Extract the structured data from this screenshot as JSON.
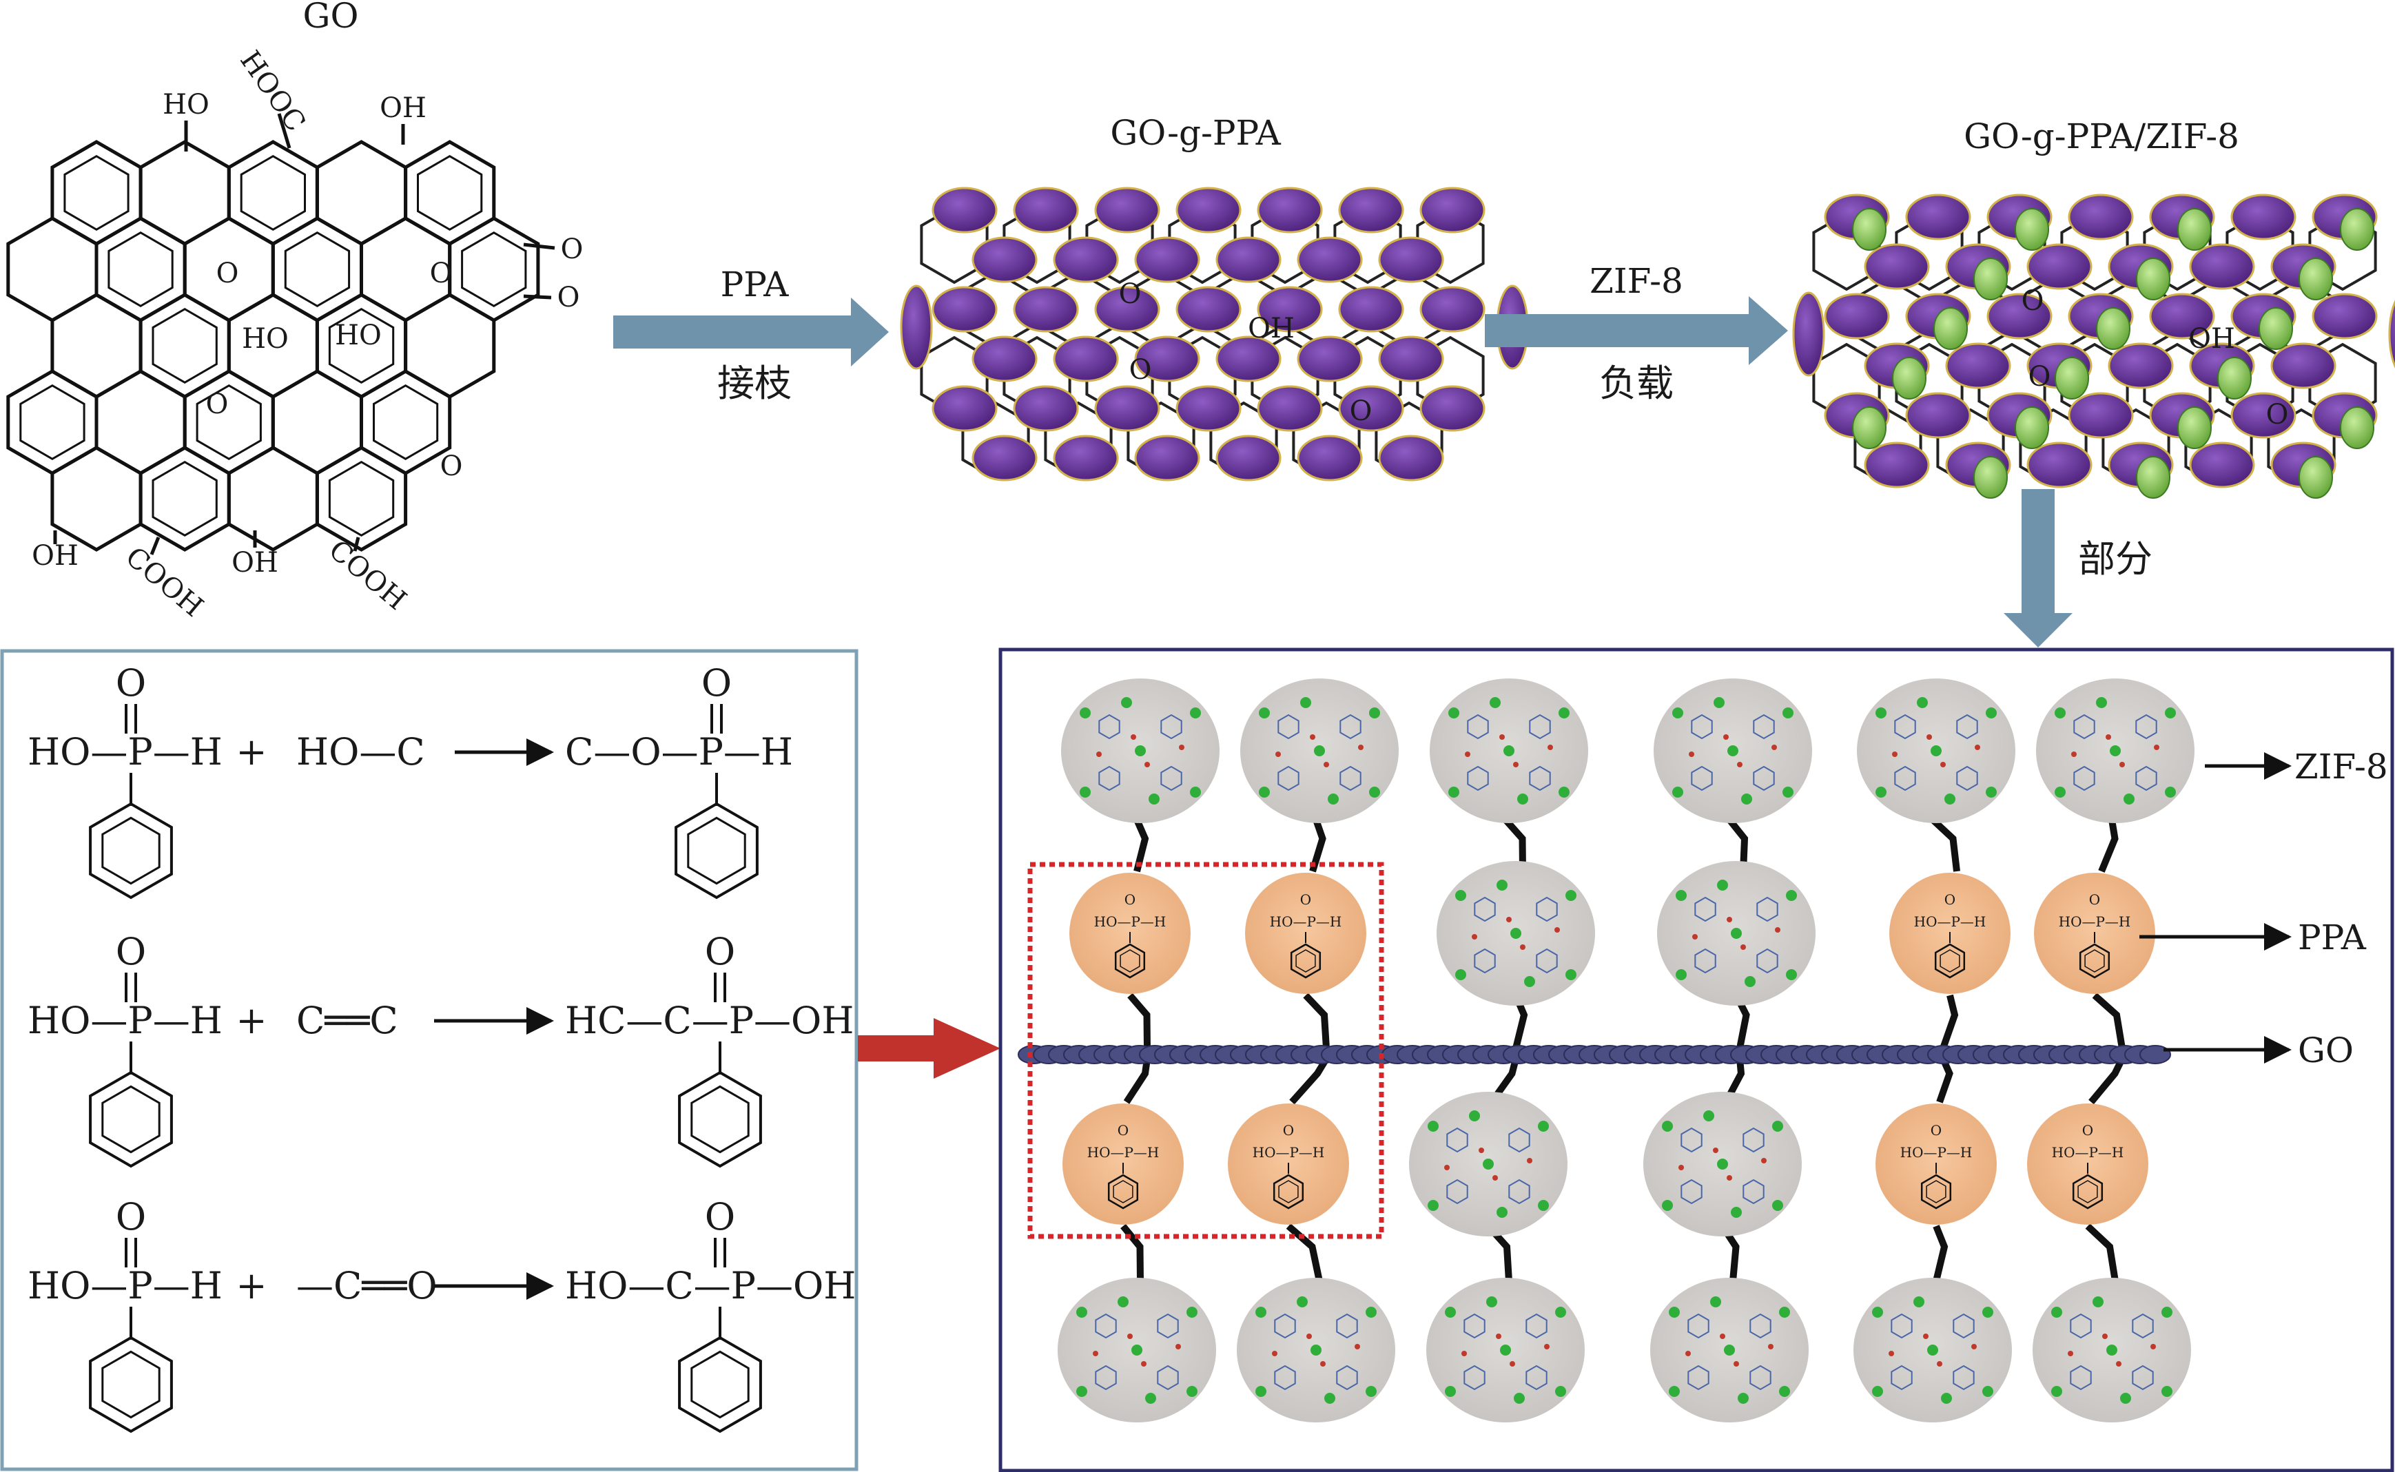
{
  "colors": {
    "arrow_blue": "#6f93ab",
    "arrow_red": "#c0322b",
    "ppa_purple": "#5a2b8c",
    "zif_green": "#82c04c",
    "zif_circle": "#d1cfcc",
    "ppa_circle": "#eeb88a",
    "go_sheet": "#4b4e82",
    "box_border": "#7ea2b3",
    "panel_border": "#2f2c6b",
    "dashed_red": "#d7262a"
  },
  "labels": {
    "go": "GO",
    "go_g_ppa": "GO-g-PPA",
    "go_g_ppa_zif8": "GO-g-PPA/ZIF-8",
    "step1_reagent": "PPA",
    "step1_action": "接枝",
    "step2_reagent": "ZIF-8",
    "step2_action": "负载",
    "step3_action": "部分"
  },
  "go_structure": {
    "groups": {
      "oh_top_left": "HO",
      "hooc_top": "HOOC",
      "oh_top_right": "OH",
      "ketone_1": "O",
      "ketone_2": "O",
      "epoxy_1": "O",
      "epoxy_2": "O",
      "epoxy_3": "O",
      "epoxy_4": "O",
      "oh_mid_1": "HO",
      "oh_mid_2": "HO",
      "oh_bottom_left": "OH",
      "cooh_bottom_1": "COOH",
      "oh_bottom_mid": "OH",
      "cooh_bottom_2": "COOH"
    }
  },
  "sheet_groups": {
    "sheet1": {
      "epoxy_a": "O",
      "oh": "OH",
      "epoxy_b": "O",
      "epoxy_c": "O"
    },
    "sheet2": {
      "epoxy_a": "O",
      "oh": "OH",
      "epoxy_b": "O",
      "epoxy_c": "O"
    }
  },
  "reactions": [
    {
      "reactant": "HO—P—H",
      "plus": "+",
      "partner": "HO—C",
      "product": "C—O—P—H",
      "oxygen": "O"
    },
    {
      "reactant": "HO—P—H",
      "plus": "+",
      "partner": "C══C",
      "product": "HC—C—P—OH",
      "oxygen": "O"
    },
    {
      "reactant": "HO—P—H",
      "plus": "+",
      "partner": "—C══O",
      "product": "HO—C—P—OH",
      "oxygen": "O"
    }
  ],
  "panel_labels": {
    "zif8": "ZIF-8",
    "ppa": "PPA",
    "go": "GO",
    "mini_ppa": "HO—P—H",
    "mini_o": "O"
  }
}
